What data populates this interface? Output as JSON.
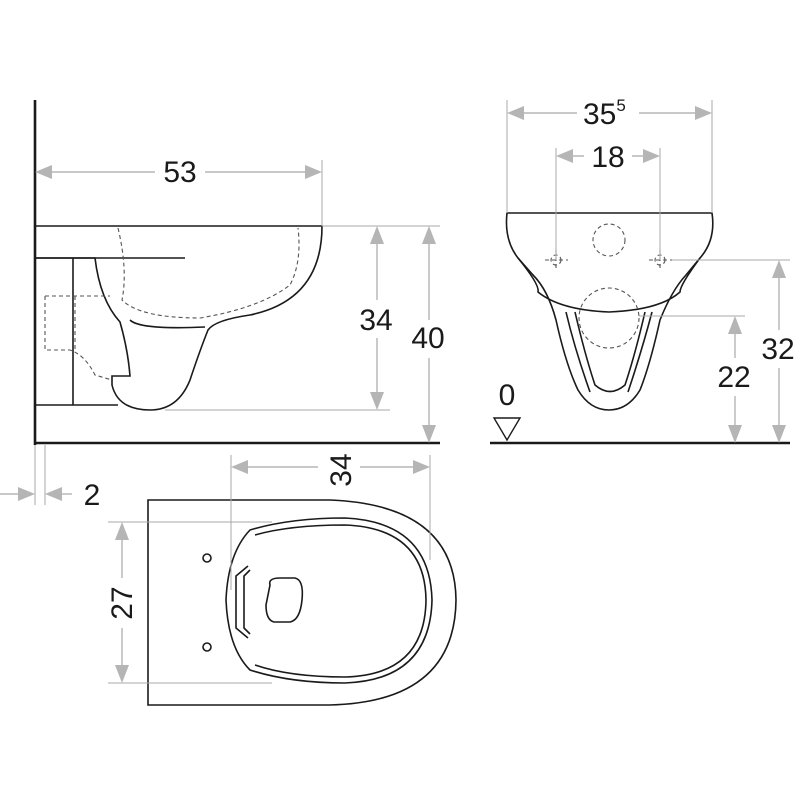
{
  "side_view": {
    "width_label": "53",
    "height_bowl_label": "34",
    "height_total_label": "40",
    "wall_gap_label": "2"
  },
  "front_view": {
    "width_main": "35",
    "width_sup": "5",
    "fixing_distance_label": "18",
    "outlet_height_label": "22",
    "total_height_label": "32",
    "floor_level_label": "0"
  },
  "top_view": {
    "depth_label": "34",
    "width_label": "27"
  }
}
